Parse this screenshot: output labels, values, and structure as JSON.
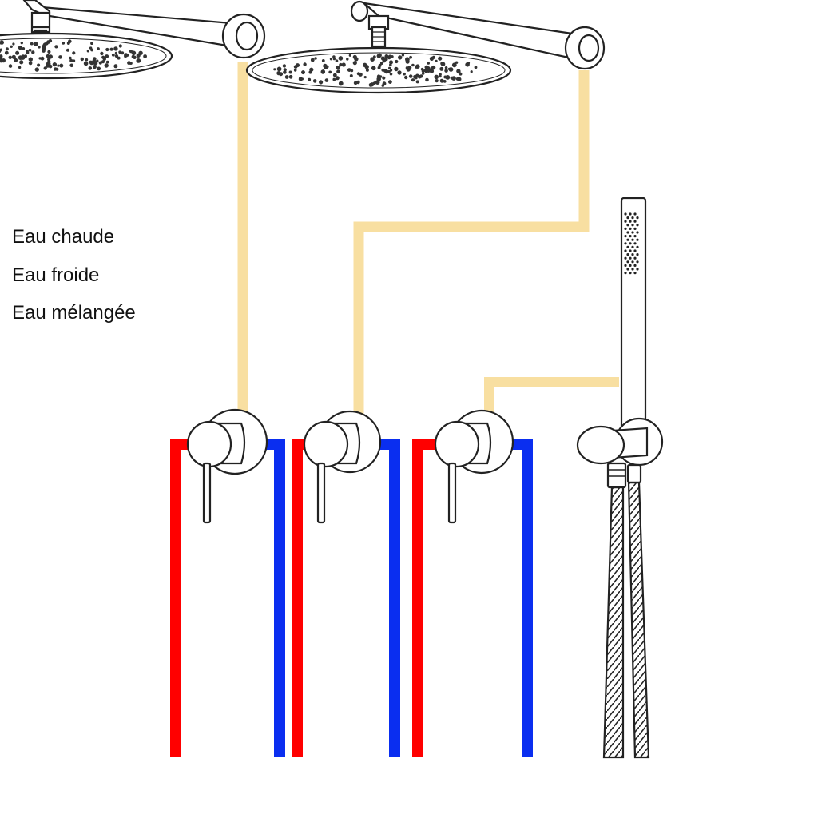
{
  "legend": {
    "hot": "Eau chaude",
    "cold": "Eau froide",
    "mixed": "Eau mélangée"
  },
  "colors": {
    "hot": "#ff0000",
    "cold": "#0a2ef0",
    "mixed": "#f8dfa1",
    "outline": "#222222"
  },
  "components": [
    "rain-shower-head",
    "rain-shower-head",
    "mixer-valve",
    "mixer-valve",
    "mixer-valve",
    "hand-shower",
    "shower-hose"
  ]
}
